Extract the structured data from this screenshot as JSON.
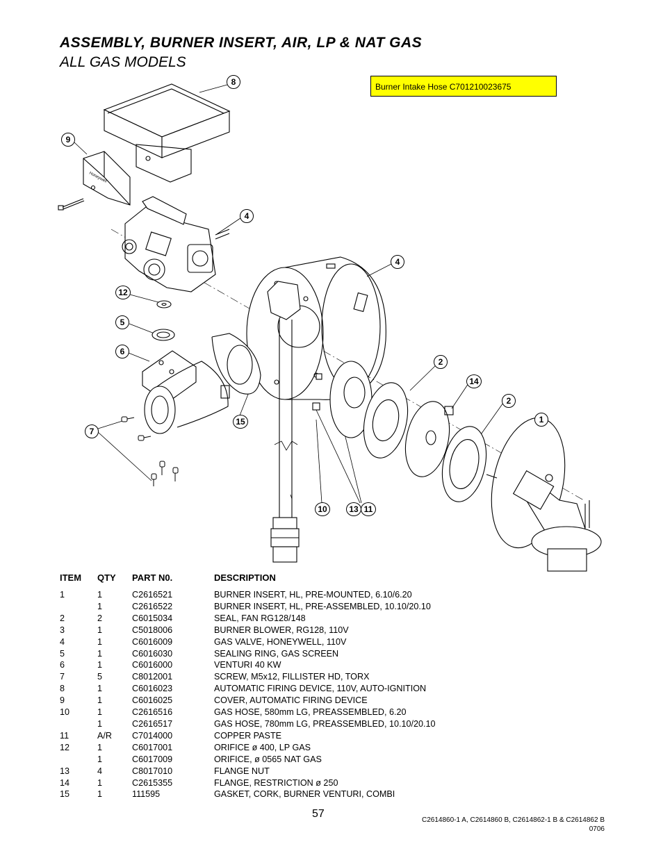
{
  "title": "ASSEMBLY, BURNER INSERT, AIR, LP & NAT GAS",
  "subtitle": "ALL GAS MODELS",
  "callout": "Burner Intake Hose  C701210023675",
  "diagram": {
    "labels": [
      "8",
      "9",
      "4",
      "4",
      "12",
      "5",
      "6",
      "2",
      "14",
      "2",
      "1",
      "7",
      "15",
      "10",
      "13",
      "11"
    ],
    "plate_text": "Honeywell"
  },
  "table": {
    "headers": {
      "item": "ITEM",
      "qty": "QTY",
      "part": "PART N0.",
      "desc": "DESCRIPTION"
    },
    "rows": [
      {
        "item": "1",
        "qty": "1",
        "part": "C2616521",
        "desc": "BURNER INSERT, HL, PRE-MOUNTED, 6.10/6.20"
      },
      {
        "item": "",
        "qty": "1",
        "part": "C2616522",
        "desc": "BURNER INSERT, HL, PRE-ASSEMBLED, 10.10/20.10"
      },
      {
        "item": "2",
        "qty": "2",
        "part": "C6015034",
        "desc": "SEAL, FAN RG128/148"
      },
      {
        "item": "3",
        "qty": "1",
        "part": "C5018006",
        "desc": "BURNER BLOWER, RG128, 110V"
      },
      {
        "item": "4",
        "qty": "1",
        "part": "C6016009",
        "desc": "GAS VALVE, HONEYWELL, 110V"
      },
      {
        "item": "5",
        "qty": "1",
        "part": "C6016030",
        "desc": "SEALING RING, GAS SCREEN"
      },
      {
        "item": "6",
        "qty": "1",
        "part": "C6016000",
        "desc": "VENTURI 40 KW"
      },
      {
        "item": "7",
        "qty": "5",
        "part": "C8012001",
        "desc": "SCREW, M5x12, FILLISTER HD, TORX"
      },
      {
        "item": "8",
        "qty": "1",
        "part": "C6016023",
        "desc": "AUTOMATIC FIRING DEVICE, 110V, AUTO-IGNITION"
      },
      {
        "item": "9",
        "qty": "1",
        "part": "C6016025",
        "desc": "COVER, AUTOMATIC FIRING DEVICE"
      },
      {
        "item": "10",
        "qty": "1",
        "part": "C2616516",
        "desc": "GAS HOSE, 580mm LG, PREASSEMBLED, 6.20"
      },
      {
        "item": "",
        "qty": "1",
        "part": "C2616517",
        "desc": "GAS HOSE, 780mm LG, PREASSEMBLED, 10.10/20.10"
      },
      {
        "item": "11",
        "qty": "A/R",
        "part": "C7014000",
        "desc": "COPPER PASTE"
      },
      {
        "item": "12",
        "qty": "1",
        "part": "C6017001",
        "desc": "ORIFICE ø 400, LP GAS"
      },
      {
        "item": "",
        "qty": "1",
        "part": "C6017009",
        "desc": "ORIFICE, ø 0565 NAT GAS"
      },
      {
        "item": "13",
        "qty": "4",
        "part": "C8017010",
        "desc": "FLANGE NUT"
      },
      {
        "item": "14",
        "qty": "1",
        "part": "C2615355",
        "desc": "FLANGE, RESTRICTION ø 250"
      },
      {
        "item": "15",
        "qty": "1",
        "part": "111595",
        "desc": "GASKET, CORK, BURNER VENTURI, COMBI"
      }
    ]
  },
  "page_number": "57",
  "doc_ref": {
    "line1": "C2614860-1 A, C2614860 B, C2614862-1 B & C2614862 B",
    "line2": "0706"
  }
}
